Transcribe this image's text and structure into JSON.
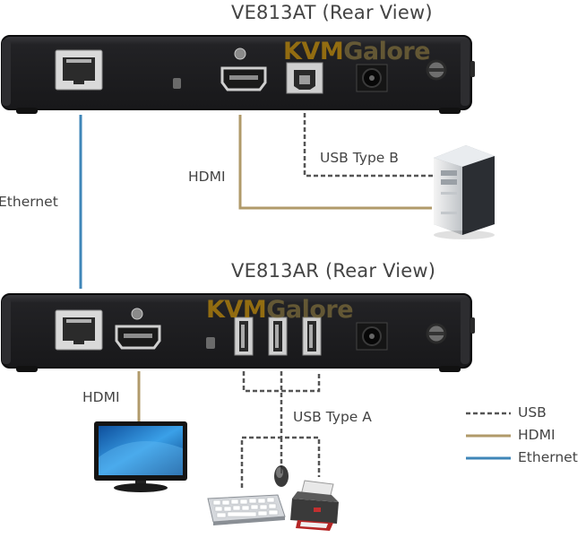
{
  "transmitter": {
    "title": "VE813AT (Rear View)",
    "watermark_left": "KVM",
    "watermark_right": "Galore"
  },
  "receiver": {
    "title": "VE813AR (Rear View)",
    "watermark_left": "KVM",
    "watermark_right": "Galore"
  },
  "labels": {
    "ethernet": "Ethernet",
    "hdmi_top": "HDMI",
    "usb_type_b": "USB Type B",
    "hdmi_bottom": "HDMI",
    "usb_type_a": "USB Type A"
  },
  "legend": [
    {
      "label": "USB",
      "color": "#555555",
      "style": "dashed"
    },
    {
      "label": "HDMI",
      "color": "#b09a6a",
      "style": "solid"
    },
    {
      "label": "Ethernet",
      "color": "#3f86b8",
      "style": "solid"
    }
  ],
  "colors": {
    "device_body": "#1f1f22",
    "usb_line": "#555555",
    "hdmi_line": "#b09a6a",
    "ethernet_line": "#3f86b8"
  }
}
